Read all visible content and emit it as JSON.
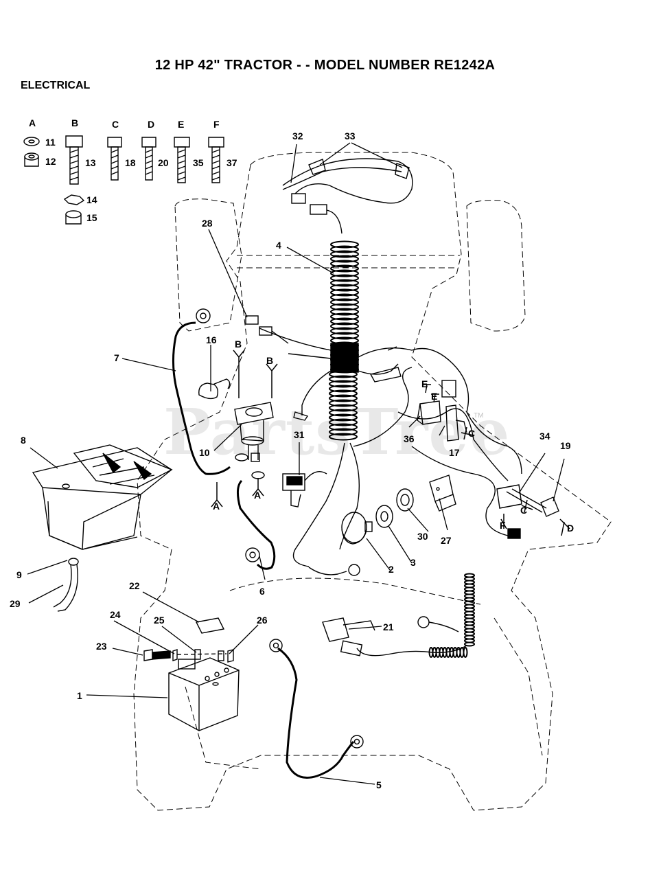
{
  "title": "12 HP 42\"  TRACTOR - - MODEL NUMBER RE1242A",
  "section": "ELECTRICAL",
  "watermark": "PartsTree",
  "trademark": "TM",
  "hardware_letters": [
    "A",
    "B",
    "C",
    "D",
    "E",
    "F"
  ],
  "callouts": {
    "n1": "1",
    "n2": "2",
    "n3": "3",
    "n4": "4",
    "n5": "5",
    "n6": "6",
    "n7": "7",
    "n8": "8",
    "n9": "9",
    "n10": "10",
    "n11": "11",
    "n12": "12",
    "n13": "13",
    "n14": "14",
    "n15": "15",
    "n16": "16",
    "n17": "17",
    "n18": "18",
    "n19": "19",
    "n20": "20",
    "n21": "21",
    "n22": "22",
    "n23": "23",
    "n24": "24",
    "n25": "25",
    "n26": "26",
    "n27": "27",
    "n28": "28",
    "n29": "29",
    "n30": "30",
    "n31": "31",
    "n32": "32",
    "n33": "33",
    "n34": "34",
    "n35": "35",
    "n36": "36",
    "n37": "37"
  },
  "refs": {
    "A": "A",
    "B": "B",
    "C": "C",
    "D": "D",
    "E": "E",
    "F": "F"
  }
}
